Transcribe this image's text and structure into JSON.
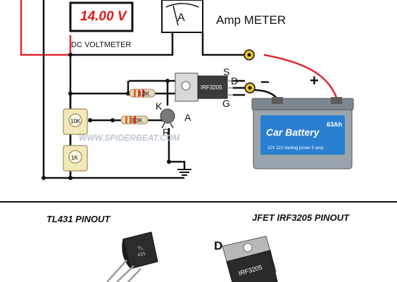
{
  "voltmeter": {
    "reading": "14.00 V",
    "label": "DC VOLTMETER"
  },
  "ammeter": {
    "symbol": "A",
    "label": "Amp METER"
  },
  "mosfet": {
    "part": "IRF3205",
    "pin_s": "S",
    "pin_d": "D",
    "pin_g": "G"
  },
  "resistors": {
    "r1": "3.3K",
    "r2": "3.3K"
  },
  "trimmers": {
    "t1": "10K",
    "t2": "1K"
  },
  "regulator": {
    "pin_k": "K",
    "pin_r": "R",
    "pin_a": "A"
  },
  "battery": {
    "title": "Car Battery",
    "capacity": "63Ah",
    "subtitle": "12V 110 starting power 5 amp",
    "minus": "−",
    "plus": "+"
  },
  "watermark": "WWW.SPIDERBEAT.COM",
  "pinouts": {
    "tl431_title": "TL431 PINOUT",
    "tl431_mark_1": "TL",
    "tl431_mark_2": "431",
    "jfet_title": "JFET IRF3205 PINOUT",
    "jfet_pin_d": "D",
    "jfet_part": "IRF3205"
  },
  "colors": {
    "wire": "#111111",
    "red_wire": "#e0242c",
    "reading": "#e01919",
    "battery_blue": "#2a7fd0"
  }
}
